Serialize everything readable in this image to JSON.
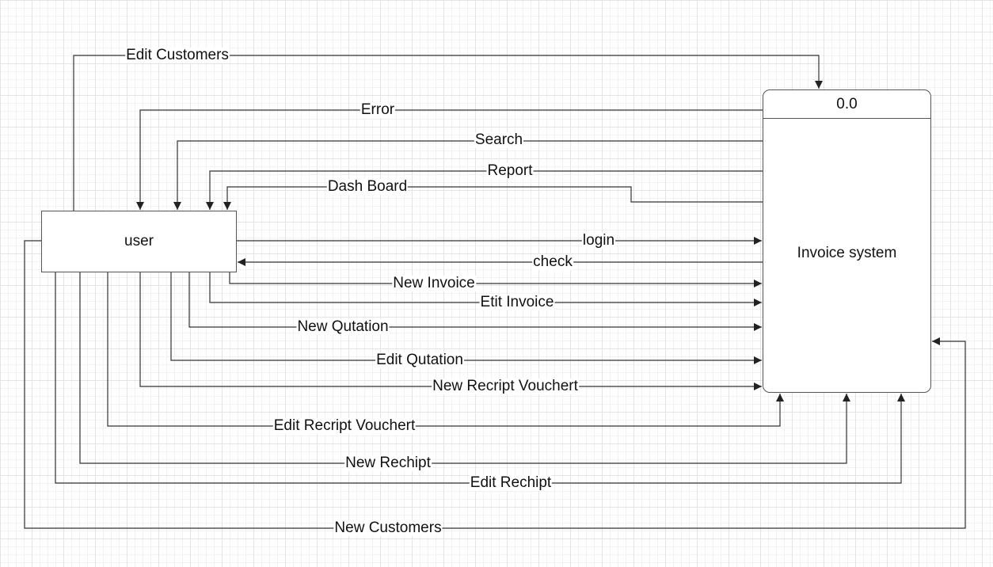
{
  "entity": {
    "label": "user"
  },
  "process": {
    "id": "0.0",
    "name": "Invoice system"
  },
  "flows": [
    {
      "key": "edit_customers",
      "label": "Edit Customers"
    },
    {
      "key": "error",
      "label": "Error"
    },
    {
      "key": "search",
      "label": "Search"
    },
    {
      "key": "report",
      "label": "Report"
    },
    {
      "key": "dash_board",
      "label": "Dash Board"
    },
    {
      "key": "login",
      "label": "login"
    },
    {
      "key": "check",
      "label": "check"
    },
    {
      "key": "new_invoice",
      "label": "New Invoice"
    },
    {
      "key": "etit_invoice",
      "label": "Etit Invoice"
    },
    {
      "key": "new_qutation",
      "label": "New Qutation"
    },
    {
      "key": "edit_qutation",
      "label": "Edit Qutation"
    },
    {
      "key": "new_recript_vouchert",
      "label": "New Recript Vouchert"
    },
    {
      "key": "edit_recript_vouchert",
      "label": "Edit Recript Vouchert"
    },
    {
      "key": "new_rechipt",
      "label": "New Rechipt"
    },
    {
      "key": "edit_rechipt",
      "label": "Edit Rechipt"
    },
    {
      "key": "new_customers",
      "label": "New Customers"
    }
  ]
}
